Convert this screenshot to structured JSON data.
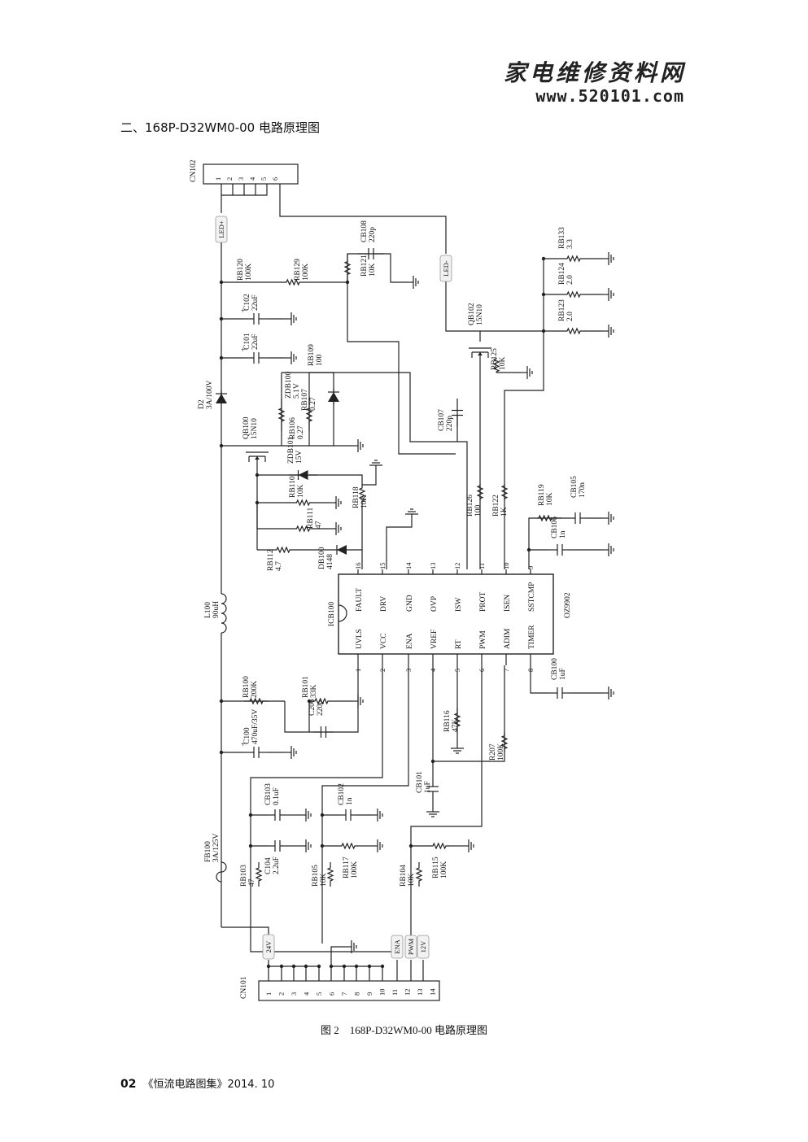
{
  "header": {
    "brand_cn": "家电维修资料网",
    "brand_url": "www.520101.com"
  },
  "section_title": "二、168P-D32WM0-00 电路原理图",
  "figure_caption": "图 2　168P-D32WM0-00 电路原理图",
  "footer": {
    "page_number": "02",
    "publication": "《恒流电路图集》2014. 10"
  },
  "ic": {
    "ref": "ICB100",
    "part": "OZ9902",
    "top_pins": [
      {
        "num": "16",
        "name": "FAULT"
      },
      {
        "num": "15",
        "name": "DRV"
      },
      {
        "num": "14",
        "name": "GND"
      },
      {
        "num": "13",
        "name": "OVP"
      },
      {
        "num": "12",
        "name": "ISW"
      },
      {
        "num": "11",
        "name": "PROT"
      },
      {
        "num": "10",
        "name": "ISEN"
      },
      {
        "num": "9",
        "name": "SSTCMP"
      }
    ],
    "bottom_pins": [
      {
        "num": "1",
        "name": "UVLS"
      },
      {
        "num": "2",
        "name": "VCC"
      },
      {
        "num": "3",
        "name": "ENA"
      },
      {
        "num": "4",
        "name": "VREF"
      },
      {
        "num": "5",
        "name": "RT"
      },
      {
        "num": "6",
        "name": "PWM"
      },
      {
        "num": "7",
        "name": "ADIM"
      },
      {
        "num": "8",
        "name": "TIMER"
      }
    ]
  },
  "connectors": {
    "cn102": {
      "ref": "CN102",
      "pins": [
        "1",
        "2",
        "3",
        "4",
        "5",
        "6"
      ]
    },
    "cn101": {
      "ref": "CN101",
      "pins": [
        "1",
        "2",
        "3",
        "4",
        "5",
        "6",
        "7",
        "8",
        "9",
        "10",
        "11",
        "12",
        "13",
        "14"
      ]
    }
  },
  "net_labels": {
    "led_plus": "LED+",
    "led_minus": "LED-",
    "v24": "24V",
    "ena": "ENA",
    "pwm": "PWM",
    "v12": "12V"
  },
  "components": {
    "rb120": {
      "ref": "RB120",
      "value": "100K"
    },
    "rb129": {
      "ref": "RB129",
      "value": "100K"
    },
    "rb121": {
      "ref": "RB121",
      "value": "10K"
    },
    "cb108": {
      "ref": "CB108",
      "value": "220p"
    },
    "c102": {
      "ref": "C102",
      "value": "22uF"
    },
    "c101": {
      "ref": "C101",
      "value": "22uF"
    },
    "rb109": {
      "ref": "RB109",
      "value": "100"
    },
    "zdb100": {
      "ref": "ZDB100",
      "value": "5.1V"
    },
    "d2": {
      "ref": "D2",
      "value": "3A/100V"
    },
    "rb107": {
      "ref": "RB107",
      "value": "0.27"
    },
    "rb106": {
      "ref": "RB106",
      "value": "0.27"
    },
    "qb100": {
      "ref": "QB100",
      "value": "15N10"
    },
    "zdb101": {
      "ref": "ZDB101",
      "value": "15V"
    },
    "rb110": {
      "ref": "RB110",
      "value": "10K"
    },
    "rb118": {
      "ref": "RB118",
      "value": "10K"
    },
    "rb111": {
      "ref": "RB111",
      "value": "47"
    },
    "db100": {
      "ref": "DB100",
      "value": "4148"
    },
    "rb112": {
      "ref": "RB112",
      "value": "4.7"
    },
    "rb133": {
      "ref": "RB133",
      "value": "3.3"
    },
    "rb124": {
      "ref": "RB124",
      "value": "2.0"
    },
    "rb123": {
      "ref": "RB123",
      "value": "2.0"
    },
    "qb102": {
      "ref": "QB102",
      "value": "15N10"
    },
    "rb125": {
      "ref": "RB125",
      "value": "10K"
    },
    "cb107": {
      "ref": "CB107",
      "value": "220p"
    },
    "rb126": {
      "ref": "RB126",
      "value": "100"
    },
    "rb122": {
      "ref": "RB122",
      "value": "1K"
    },
    "rb119": {
      "ref": "RB119",
      "value": "10K"
    },
    "cb105": {
      "ref": "CB105",
      "value": "170n"
    },
    "cb106": {
      "ref": "CB106",
      "value": "1n"
    },
    "l100": {
      "ref": "L100",
      "value": "90uH"
    },
    "rb100": {
      "ref": "RB100",
      "value": "200K"
    },
    "rb101": {
      "ref": "RB101",
      "value": "33K"
    },
    "c206": {
      "ref": "C206",
      "value": "220p"
    },
    "cb100": {
      "ref": "CB100",
      "value": "1uF"
    },
    "c100": {
      "ref": "C100",
      "value": "470uF/35V"
    },
    "rb116": {
      "ref": "RB116",
      "value": "47K"
    },
    "r207": {
      "ref": "R207",
      "value": "100K"
    },
    "cb101": {
      "ref": "CB101",
      "value": "1uF"
    },
    "fb100": {
      "ref": "FB100",
      "value": "3A/125V"
    },
    "cb103": {
      "ref": "CB103",
      "value": "0.1uF"
    },
    "cb102": {
      "ref": "CB102",
      "value": "1n"
    },
    "c104": {
      "ref": "C104",
      "value": "2.2uF"
    },
    "rb103": {
      "ref": "RB103",
      "value": "47"
    },
    "rb105": {
      "ref": "RB105",
      "value": "10K"
    },
    "rb117": {
      "ref": "RB117",
      "value": "100K"
    },
    "rb104": {
      "ref": "RB104",
      "value": "10K"
    },
    "rb115": {
      "ref": "RB115",
      "value": "100K"
    }
  }
}
